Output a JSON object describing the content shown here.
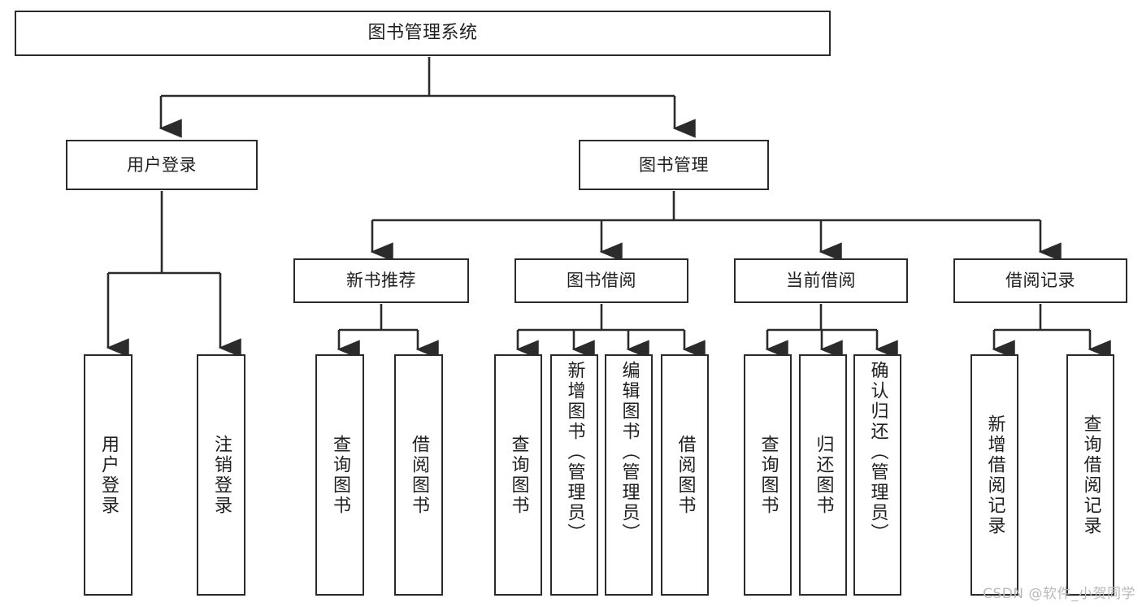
{
  "diagram": {
    "title": "图书管理系统",
    "type": "hierarchy-tree",
    "watermark": "CSDN @软件_小贺同学",
    "colors": {
      "box_border": "#2b2b2b",
      "box_fill": "#ffffff",
      "connector": "#2b2b2b",
      "text": "#1f1f1f",
      "watermark": "#b9b9b9"
    }
  },
  "nodes": {
    "root": {
      "label": "图书管理系统"
    },
    "level2": [
      {
        "label": "用户登录"
      },
      {
        "label": "图书管理"
      }
    ],
    "level3": [
      {
        "label": "新书推荐"
      },
      {
        "label": "图书借阅"
      },
      {
        "label": "当前借阅"
      },
      {
        "label": "借阅记录"
      }
    ],
    "leaves": {
      "user_login": [
        {
          "label": "用户登录"
        },
        {
          "label": "注销登录"
        }
      ],
      "new_book": [
        {
          "label": "查询图书"
        },
        {
          "label": "借阅图书"
        }
      ],
      "book_borrow": [
        {
          "label": "查询图书"
        },
        {
          "label": "新增图书（管理员）"
        },
        {
          "label": "编辑图书（管理员）"
        },
        {
          "label": "借阅图书"
        }
      ],
      "current_borrow": [
        {
          "label": "查询图书"
        },
        {
          "label": "归还图书"
        },
        {
          "label": "确认归还（管理员）"
        }
      ],
      "borrow_record": [
        {
          "label": "新增借阅记录"
        },
        {
          "label": "查询借阅记录"
        }
      ]
    }
  }
}
